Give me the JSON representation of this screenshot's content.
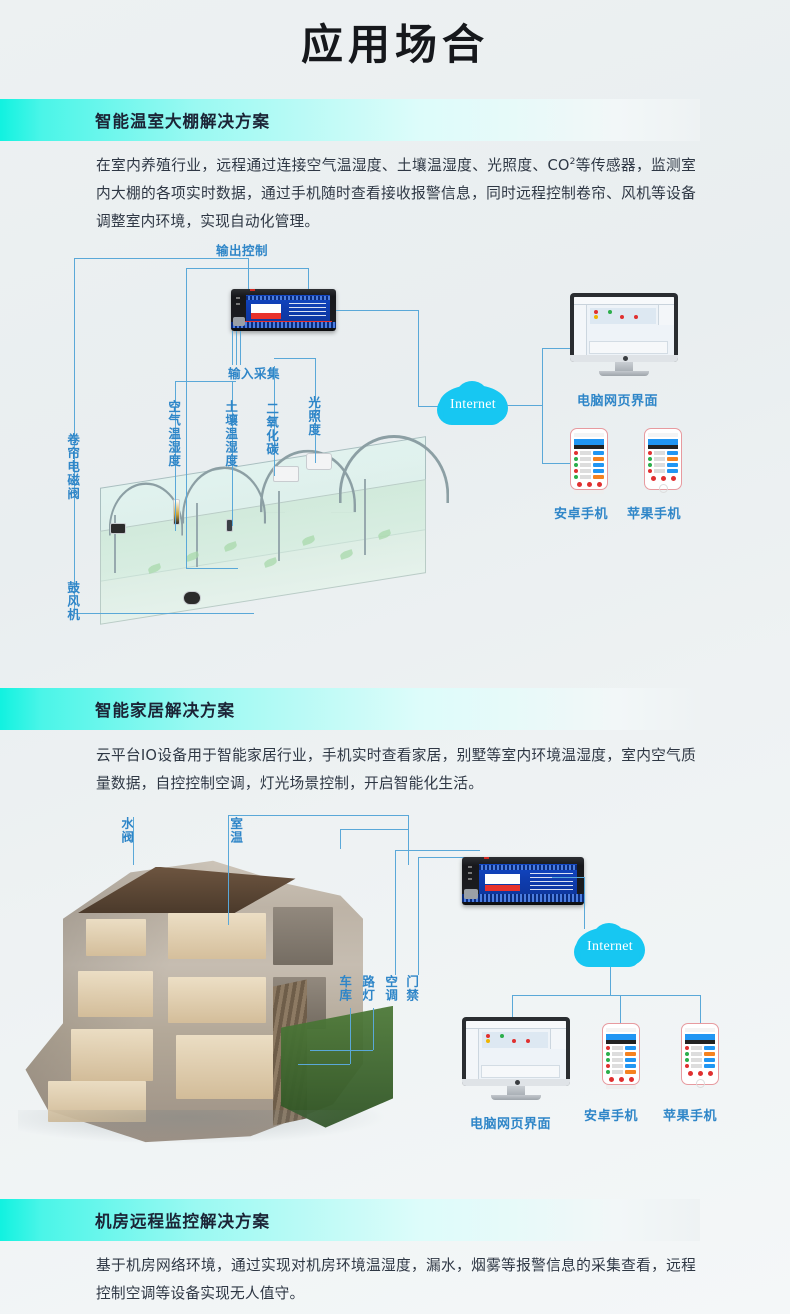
{
  "page": {
    "title": "应用场合",
    "accent_teal": "#11f2e0",
    "label_blue": "#2f86c8",
    "cloud_cyan": "#17c7f2",
    "text_dark": "#2e3744"
  },
  "sections": [
    {
      "heading": "智能温室大棚解决方案",
      "body_prefix": "在室内养殖行业，远程通过连接空气温湿度、土壤温湿度、光照度、CO",
      "body_sup": "2",
      "body_suffix": "等传感器，监测室内大棚的各项实时数据，通过手机随时查看接收报警信息，同时远程控制卷帘、风机等设备调整室内环境，实现自动化管理。",
      "diagram": {
        "flow_labels": {
          "output": "输出控制",
          "input": "输入采集"
        },
        "sensor_labels": [
          "卷帘电磁阀",
          "鼓风机",
          "空气温湿度",
          "土壤温湿度",
          "二氧化碳",
          "光照度"
        ],
        "cloud": "Internet",
        "endpoints": [
          "电脑网页界面",
          "安卓手机",
          "苹果手机"
        ]
      }
    },
    {
      "heading": "智能家居解决方案",
      "body": "云平台IO设备用于智能家居行业，手机实时查看家居，别墅等室内环境温湿度，室内空气质量数据，自控控制空调，灯光场景控制，开启智能化生活。",
      "diagram": {
        "sensor_labels": [
          "水阀",
          "室温",
          "车库",
          "路灯",
          "空调",
          "门禁"
        ],
        "cloud": "Internet",
        "endpoints": [
          "电脑网页界面",
          "安卓手机",
          "苹果手机"
        ]
      }
    },
    {
      "heading": "机房远程监控解决方案",
      "body": "基于机房网络环境，通过实现对机房环境温湿度，漏水，烟雾等报警信息的采集查看，远程控制空调等设备实现无人值守。"
    }
  ]
}
